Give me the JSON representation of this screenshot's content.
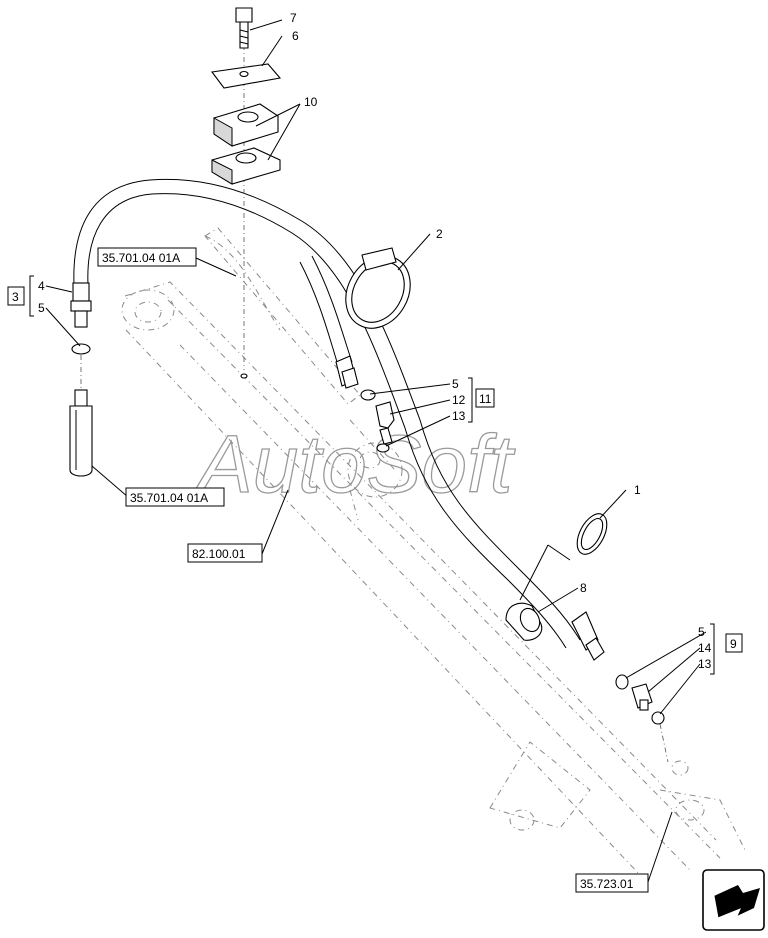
{
  "watermark": "AutoSoft",
  "callouts": {
    "c1": "1",
    "c2": "2",
    "c3": "3",
    "c4": "4",
    "c5a": "5",
    "c6": "6",
    "c7": "7",
    "c8": "8",
    "c9": "9",
    "c10": "10",
    "c11": "11",
    "c5b": "5",
    "c12": "12",
    "c13a": "13",
    "c5c": "5",
    "c14": "14",
    "c13b": "13"
  },
  "refs": {
    "ref_top": "35.701.04 01A",
    "ref_left": "35.701.04 01A",
    "ref_center": "82.100.01",
    "ref_bottom": "35.723.01"
  },
  "nav_icon": "next-page-arrow-icon"
}
